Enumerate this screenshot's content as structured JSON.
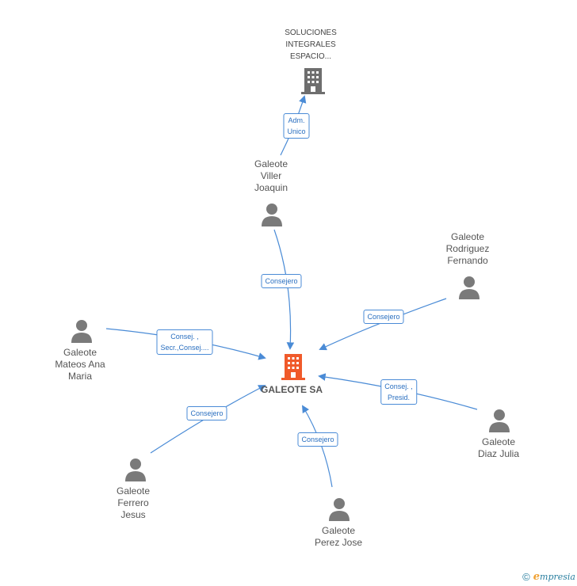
{
  "company": {
    "label": "SOLUCIONES\nINTEGRALES\nESPACIO..."
  },
  "center": {
    "label": "GALEOTE SA"
  },
  "persons": [
    {
      "id": "villar",
      "label": "Galeote\nViller\nJoaquin"
    },
    {
      "id": "rodriguez",
      "label": "Galeote\nRodriguez\nFernando"
    },
    {
      "id": "mateos",
      "label": "Galeote\nMateos Ana\nMaria"
    },
    {
      "id": "diaz",
      "label": "Galeote\nDiaz Julia"
    },
    {
      "id": "ferrero",
      "label": "Galeote\nFerrero\nJesus"
    },
    {
      "id": "perez",
      "label": "Galeote\nPerez Jose"
    }
  ],
  "edges": [
    {
      "id": "adm",
      "label": "Adm.\nUnico"
    },
    {
      "id": "villar",
      "label": "Consejero"
    },
    {
      "id": "rodriguez",
      "label": "Consejero"
    },
    {
      "id": "mateos",
      "label": "Consej. ,\nSecr.,Consej...."
    },
    {
      "id": "diaz",
      "label": "Consej. ,\nPresid."
    },
    {
      "id": "ferrero",
      "label": "Consejero"
    },
    {
      "id": "perez",
      "label": "Consejero"
    }
  ],
  "colors": {
    "edge": "#4a8bd6",
    "person_icon": "#7a7a7a",
    "company_icon": "#6e6e6e",
    "center_icon": "#f05a2a"
  },
  "footer": {
    "copyright": "©",
    "brand_initial": "e",
    "brand_rest": "mpresia"
  }
}
